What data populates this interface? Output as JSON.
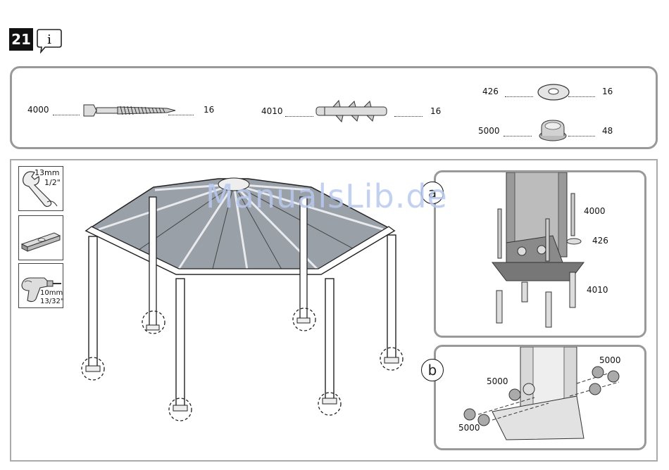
{
  "step": {
    "number": "21",
    "info_glyph": "i"
  },
  "parts": [
    {
      "code": "4000",
      "qty": "16"
    },
    {
      "code": "4010",
      "qty": "16"
    },
    {
      "code": "426",
      "qty": "16"
    },
    {
      "code": "5000",
      "qty": "48"
    }
  ],
  "tools": {
    "wrench": {
      "size_mm": "13mm",
      "size_in": "1/2\""
    },
    "drill": {
      "size_mm": "10mm",
      "size_in": "13/32\""
    }
  },
  "detail_a": {
    "letter": "a",
    "callouts": [
      "4000",
      "426",
      "4010"
    ]
  },
  "detail_b": {
    "letter": "b",
    "callouts": [
      "5000",
      "5000",
      "5000"
    ]
  },
  "watermark": "ManualsLib.de",
  "icons": [
    "info-icon",
    "wrench-icon",
    "level-icon",
    "drill-icon"
  ]
}
